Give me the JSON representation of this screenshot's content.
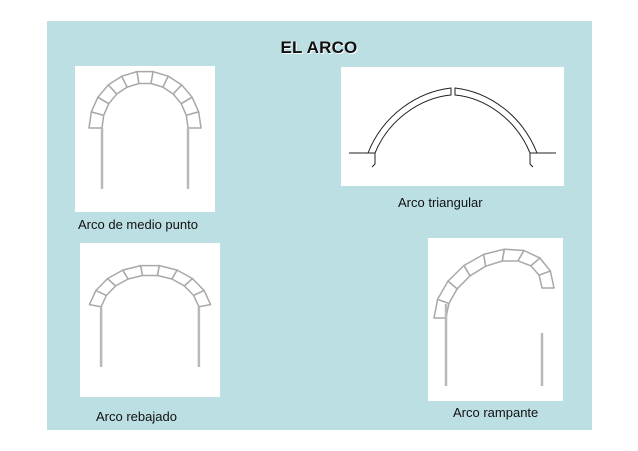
{
  "title": "EL ARCO",
  "arches": [
    {
      "name": "medio-punto",
      "caption": "Arco de medio punto"
    },
    {
      "name": "triangular",
      "caption": "Arco triangular"
    },
    {
      "name": "rebajado",
      "caption": "Arco rebajado"
    },
    {
      "name": "rampante",
      "caption": "Arco rampante"
    }
  ]
}
